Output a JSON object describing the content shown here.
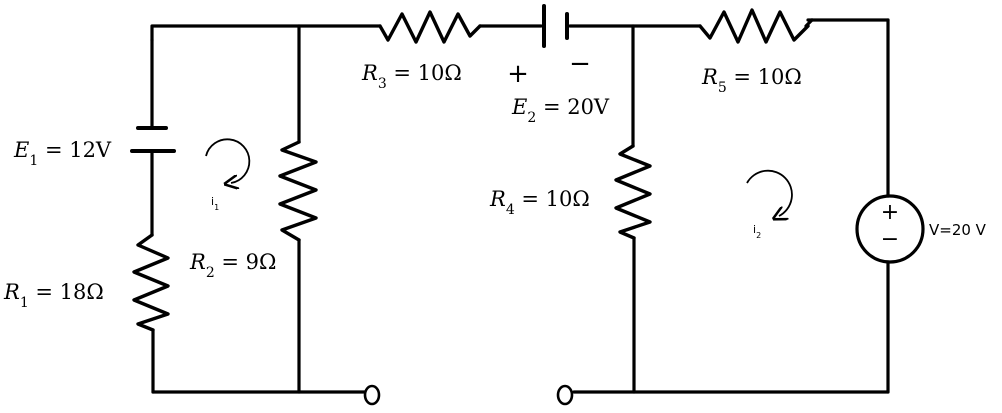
{
  "labels": {
    "E1": {
      "sym": "E",
      "sub": "1",
      "rest": " = 12V"
    },
    "R1": {
      "sym": "R",
      "sub": "1",
      "rest": " = 18Ω"
    },
    "R2": {
      "sym": "R",
      "sub": "2",
      "rest": " = 9Ω"
    },
    "R3": {
      "sym": "R",
      "sub": "3",
      "rest": " = 10Ω"
    },
    "E2": {
      "sym": "E",
      "sub": "2",
      "rest": " = 20V"
    },
    "R4": {
      "sym": "R",
      "sub": "4",
      "rest": " = 10Ω"
    },
    "R5": {
      "sym": "R",
      "sub": "5",
      "rest": " = 10Ω"
    },
    "V": "V=20 V"
  },
  "loops": {
    "i1": {
      "sym": "i",
      "sub": "1"
    },
    "i2": {
      "sym": "i",
      "sub": "2"
    }
  },
  "polarity": {
    "plus": "+",
    "minus": "−"
  },
  "source_signs": {
    "plus": "+",
    "minus": "−"
  }
}
